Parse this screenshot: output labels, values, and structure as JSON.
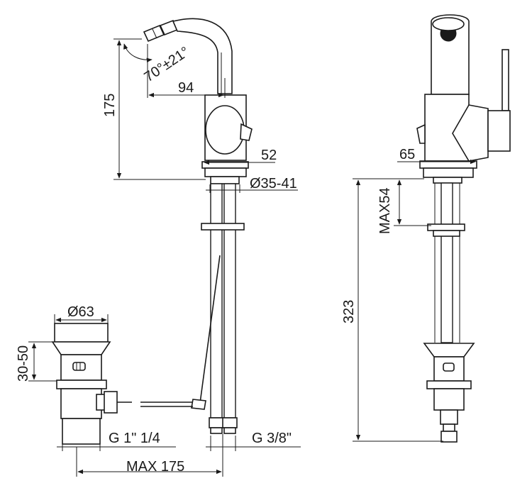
{
  "dimensions": {
    "spout_angle": "70°±21°",
    "spout_reach": "94",
    "height": "175",
    "base_width_front": "52",
    "hole_diameter": "Ø35-41",
    "base_width_side": "65",
    "max_deck": "MAX54",
    "hose_length": "323",
    "waste_diameter": "Ø63",
    "waste_height": "30-50",
    "waste_thread": "G 1\" 1/4",
    "hose_thread": "G 3/8\"",
    "max_distance": "MAX 175"
  },
  "colors": {
    "line": "#1a1a1a",
    "background": "#ffffff"
  }
}
